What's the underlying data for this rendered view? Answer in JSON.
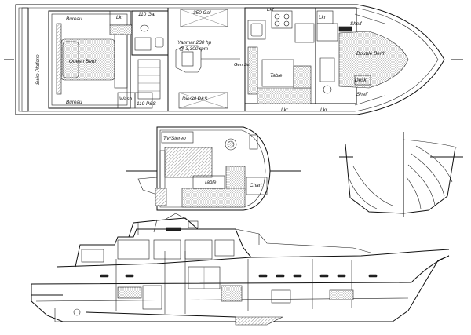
{
  "labels": {
    "bureau_top": "Bureau",
    "bureau_bottom": "Bureau",
    "swim_platform": "Swim Platform",
    "queen_berth": "Queen Berth",
    "lkr_aft_top": "Lkr",
    "lkr_fwd_top": "Lkr",
    "lkr_bow_top": "Lkr",
    "lkr_bottom_mid": "Lkr",
    "lkr_bottom_fwd": "Lkr",
    "gal_110": "110 Gal",
    "gal_350": "350 Gal",
    "engine": "Yanmar 230 hp",
    "engine_speed": "@ 3,300 rpm",
    "diesel": "Diesel P&S",
    "wash": "Wash",
    "gal_110_ps": "110 P&S",
    "gen_set": "Gen Set",
    "table_main": "Table",
    "double_berth": "Double Berth",
    "shelf_top": "Shelf",
    "shelf_bottom": "Shelf",
    "desk": "Desk",
    "tv_stereo": "TV/Stereo",
    "table_deck": "Table",
    "chart": "Chart"
  }
}
